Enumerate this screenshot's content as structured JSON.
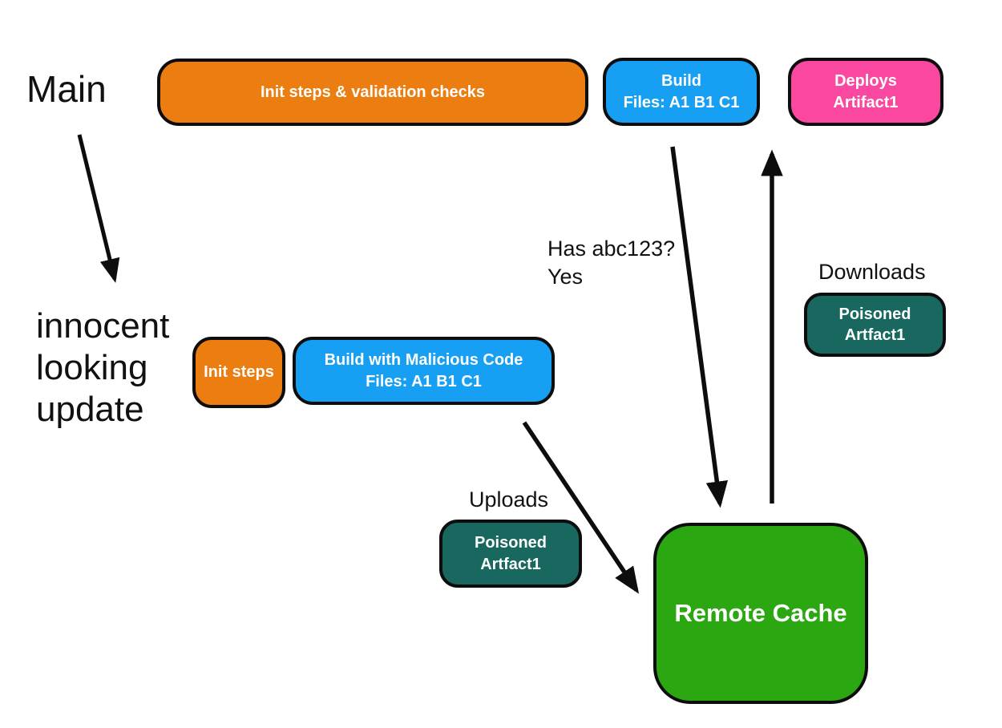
{
  "canvas": {
    "background": "#ffffff"
  },
  "labels": {
    "main": "Main",
    "innocent": [
      "innocent",
      "looking",
      "update"
    ],
    "has_abc123": [
      "Has abc123?",
      "Yes"
    ],
    "downloads": "Downloads",
    "uploads": "Uploads"
  },
  "nodes": {
    "init_validation": {
      "label": "Init steps & validation checks",
      "color": "#EC7D10"
    },
    "build": {
      "line1": "Build",
      "line2": "Files: A1 B1 C1",
      "color": "#169FF3"
    },
    "deploys": {
      "line1": "Deploys",
      "line2": "Artifact1",
      "color": "#FA48A0"
    },
    "init_steps": {
      "label": "Init steps",
      "color": "#EC7D10"
    },
    "build_malicious": {
      "line1": "Build with Malicious Code",
      "line2": "Files: A1 B1 C1",
      "color": "#169FF3"
    },
    "poisoned_download": {
      "line1": "Poisoned",
      "line2": "Artfact1",
      "color": "#186860"
    },
    "poisoned_upload": {
      "line1": "Poisoned",
      "line2": "Artfact1",
      "color": "#186860"
    },
    "remote_cache": {
      "label": "Remote Cache",
      "color": "#2BA711"
    }
  },
  "style": {
    "node_border_color": "#0d0d0d",
    "node_text_color": "#ffffff",
    "label_text_color": "#111111",
    "arrow_color": "#0d0d0d"
  }
}
